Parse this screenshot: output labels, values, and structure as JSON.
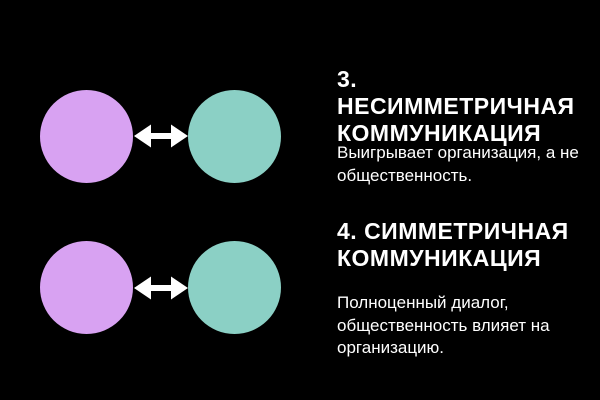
{
  "colors": {
    "background": "#000000",
    "text": "#ffffff",
    "circle_left": "#d8a2f2",
    "circle_right": "#8bd0c5",
    "arrow": "#ffffff"
  },
  "diagram": {
    "pairs": [
      {
        "left_icon": "purple-circle",
        "right_icon": "teal-circle",
        "connector_icon": "double-headed-arrow"
      },
      {
        "left_icon": "purple-circle",
        "right_icon": "teal-circle",
        "connector_icon": "double-headed-arrow"
      }
    ]
  },
  "sections": [
    {
      "heading": "3. НЕСИММЕТРИЧНАЯ\nКОММУНИКАЦИЯ",
      "body": "Выигрывает организация, а не\nобщественность."
    },
    {
      "heading": "4. СИММЕТРИЧНАЯ\nКОММУНИКАЦИЯ",
      "body": "Полноценный диалог,\nобщественность влияет на\nорганизацию."
    }
  ]
}
